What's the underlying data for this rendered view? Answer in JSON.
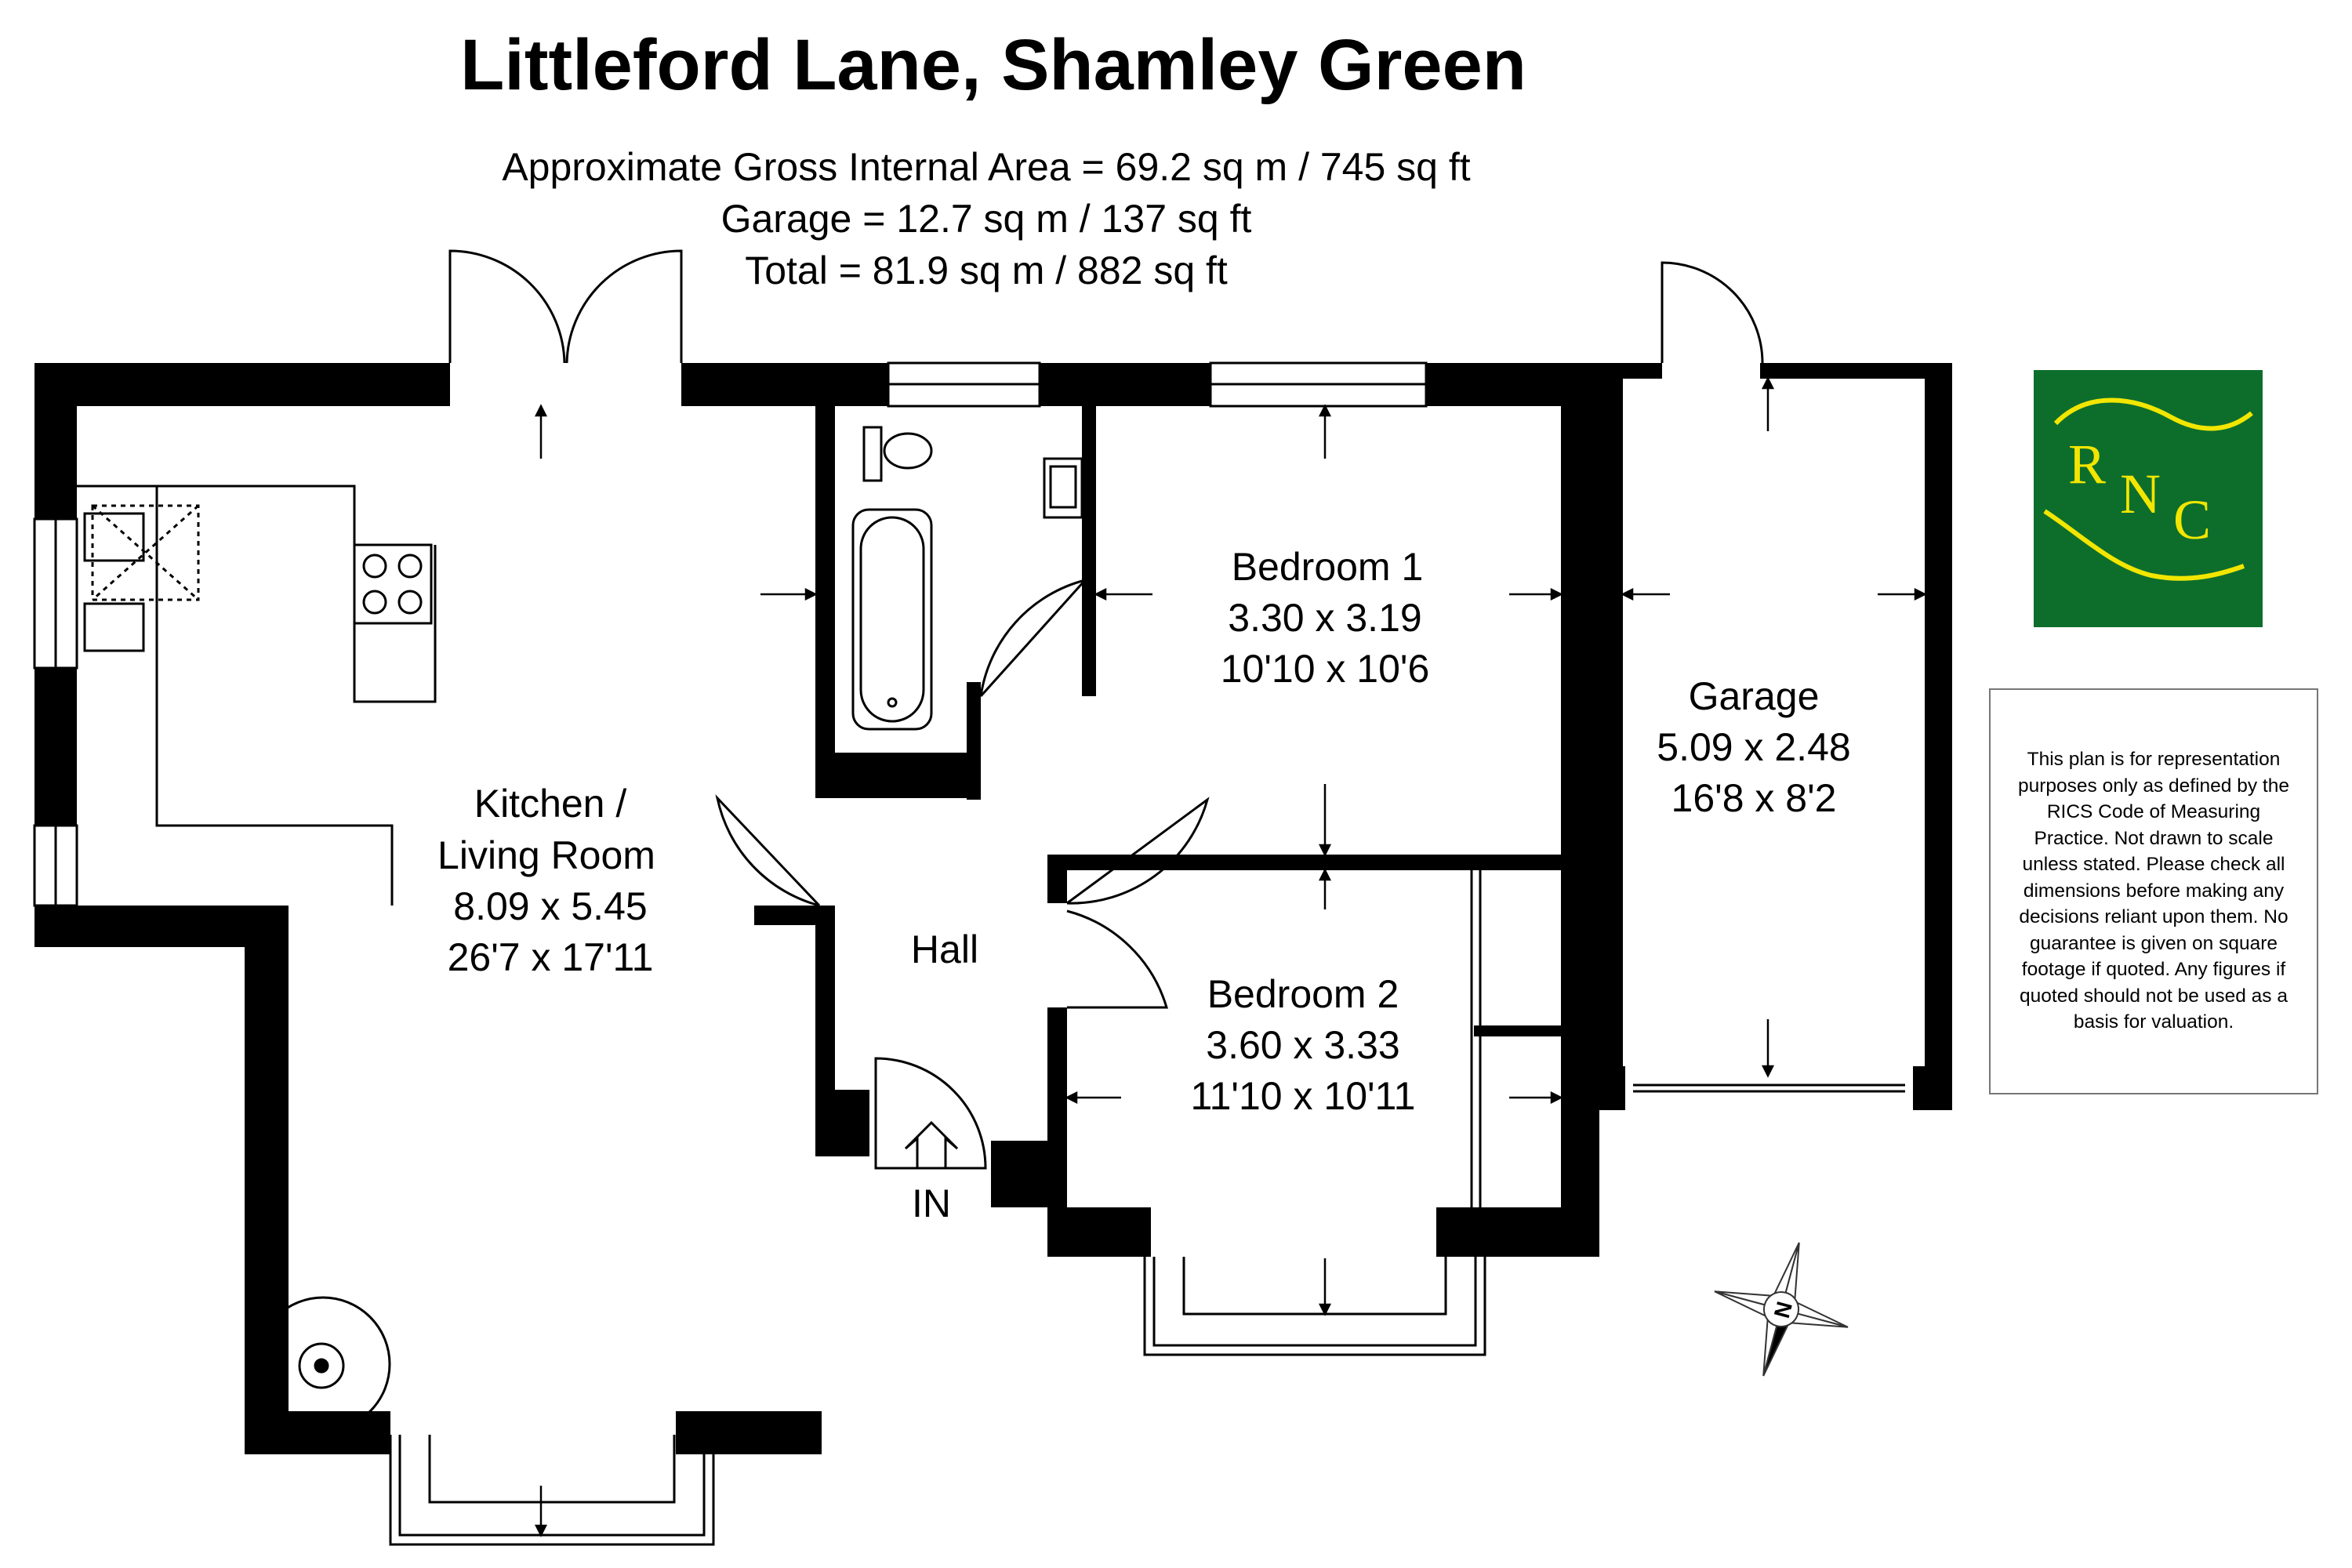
{
  "title": "Littleford Lane, Shamley Green",
  "areas": {
    "gross": "Approximate Gross Internal Area = 69.2 sq m / 745 sq ft",
    "garage": "Garage = 12.7 sq m / 137 sq ft",
    "total": "Total = 81.9 sq m / 882 sq ft"
  },
  "rooms": {
    "kitchen": {
      "name1": "Kitchen /",
      "name2": "Living Room",
      "metric": "8.09 x 5.45",
      "imperial": "26'7 x 17'11"
    },
    "bedroom1": {
      "name": "Bedroom 1",
      "metric": "3.30 x 3.19",
      "imperial": "10'10 x 10'6"
    },
    "bedroom2": {
      "name": "Bedroom 2",
      "metric": "3.60 x 3.33",
      "imperial": "11'10 x 10'11"
    },
    "garage": {
      "name": "Garage",
      "metric": "5.09 x 2.48",
      "imperial": "16'8 x 8'2"
    },
    "hall": {
      "name": "Hall"
    }
  },
  "entrance_label": "IN",
  "compass_label": "N",
  "logo_text": "RNC",
  "disclaimer": "This plan is for representation purposes only as defined by the RICS Code of Measuring Practice. Not drawn to scale unless stated. Please check all dimensions before making any decisions reliant upon them. No guarantee is given on square footage if quoted. Any figures if quoted should not be used as a basis for valuation.",
  "colors": {
    "wall": "#000000",
    "logo_bg": "#0d6e2c",
    "logo_fg": "#f2e600"
  }
}
